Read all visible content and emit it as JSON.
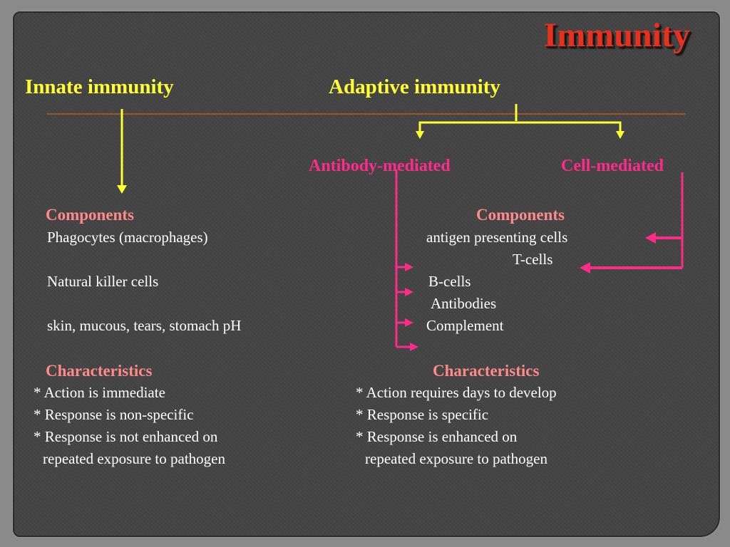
{
  "title": "Immunity",
  "colors": {
    "title": "#e8301c",
    "heading": "#ffff33",
    "mode": "#ff2a8a",
    "subheading": "#ff8a8a",
    "body_text": "#ffffff",
    "divider": "#a0522d",
    "background": "#444444"
  },
  "innate": {
    "heading": "Innate immunity",
    "components_label": "Components",
    "components": [
      "Phagocytes  (macrophages)",
      "Natural killer cells",
      "skin, mucous, tears, stomach pH"
    ],
    "characteristics_label": "Characteristics",
    "characteristics": [
      "* Action is immediate",
      "* Response is non-specific",
      "* Response is not enhanced on",
      "repeated exposure to pathogen"
    ]
  },
  "adaptive": {
    "heading": "Adaptive immunity",
    "antibody_mediated": "Antibody-mediated",
    "cell_mediated": "Cell-mediated",
    "components_label": "Components",
    "components": [
      "antigen presenting cells",
      "T-cells",
      "B-cells",
      "Antibodies",
      "Complement"
    ],
    "characteristics_label": "Characteristics",
    "characteristics": [
      "* Action requires days to develop",
      "* Response is specific",
      "* Response is enhanced on",
      "repeated exposure to pathogen"
    ]
  }
}
